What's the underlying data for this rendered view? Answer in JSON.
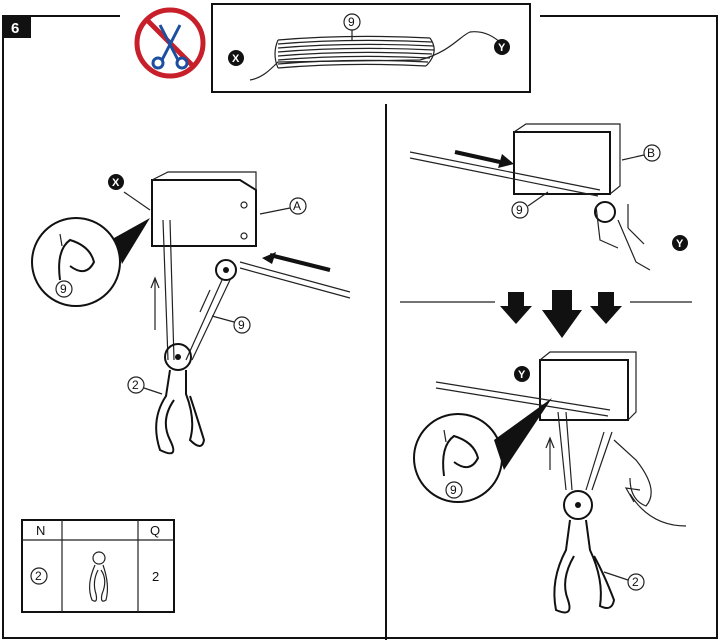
{
  "step": {
    "number": "6"
  },
  "cord_panel": {
    "cord_label": "9",
    "end_left": "X",
    "end_right": "Y"
  },
  "left_panel": {
    "end_label": "X",
    "bracket_label": "A",
    "cord_label": "9",
    "hook_label": "2",
    "inset_cord_label": "9"
  },
  "right_top": {
    "bracket_label": "B",
    "cord_label": "9",
    "end_label": "Y"
  },
  "right_bottom": {
    "end_label": "Y",
    "hook_label": "2",
    "inset_cord_label": "9"
  },
  "parts_table": {
    "headers": [
      "N",
      "",
      "Q"
    ],
    "rows": [
      {
        "part": "2",
        "qty": "2"
      }
    ]
  },
  "icons": {
    "no_scissors": "no-scissors-icon"
  }
}
